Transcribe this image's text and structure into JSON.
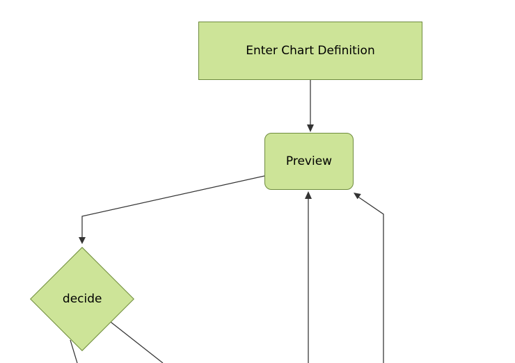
{
  "diagram": {
    "type": "flowchart",
    "colors": {
      "background": "#ffffff",
      "node_fill": "#cde498",
      "node_border": "#6e8b3d",
      "edge_color": "#333333",
      "text_color": "#000000"
    },
    "nodes": [
      {
        "id": "enter-chart-definition",
        "label": "Enter Chart Definition",
        "shape": "rectangle"
      },
      {
        "id": "preview",
        "label": "Preview",
        "shape": "rounded-rectangle"
      },
      {
        "id": "decide",
        "label": "decide",
        "shape": "diamond"
      }
    ],
    "edges": [
      {
        "from": "enter-chart-definition",
        "to": "preview"
      },
      {
        "from": "preview",
        "to": "decide"
      },
      {
        "from": "offscreen-bottom-center",
        "to": "preview"
      },
      {
        "from": "offscreen-bottom-right",
        "to": "preview"
      },
      {
        "from": "decide",
        "to": "offscreen-bottom-left"
      },
      {
        "from": "decide",
        "to": "offscreen-bottom-right"
      }
    ]
  }
}
